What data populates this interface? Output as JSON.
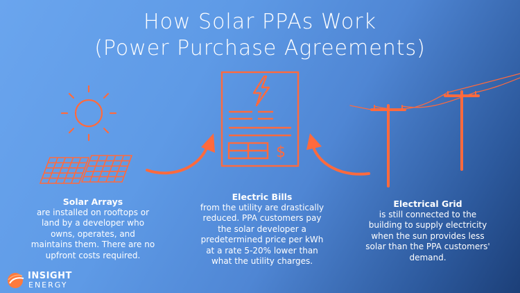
{
  "title": {
    "line1": "How Solar PPAs Work",
    "line2": "(Power Purchase Agreements)"
  },
  "solar_arrays": {
    "heading": "Solar Arrays",
    "body": "are installed on rooftops or land by a developer who owns, operates, and maintains them. There are no upfront costs required."
  },
  "electric_bills": {
    "heading": "Electric Bills",
    "body": "from the utility are drastically reduced. PPA customers pay the solar developer a predetermined price per kWh at a rate 5-20% lower than what the utility charges."
  },
  "electrical_grid": {
    "heading": "Electrical Grid",
    "body": "is still connected to the building to supply electricity when the sun provides less solar than the PPA customers' demand."
  },
  "logo": {
    "line1": "INSIGHT",
    "line2": "ENERGY"
  },
  "icons": [
    "sun-icon",
    "solar-panel-icon",
    "electric-bill-icon",
    "dollar-sign-icon",
    "lightning-bolt-icon",
    "utility-pole-icon",
    "curved-arrow-icon"
  ],
  "colors": {
    "accent": "#ff6a3d",
    "text": "#ffffff",
    "background_start": "#6aa5ee",
    "background_end": "#1c3f78"
  }
}
